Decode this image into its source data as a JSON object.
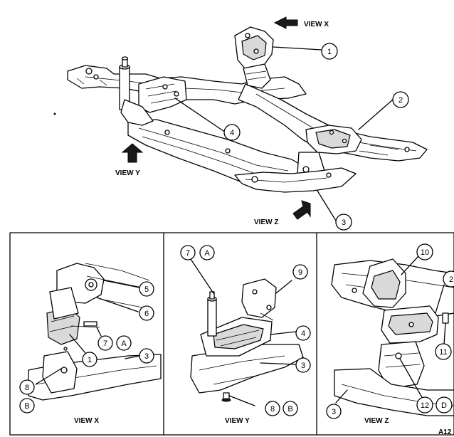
{
  "colors": {
    "ink": "#000000",
    "paper": "#ffffff",
    "shade": "#d9d9d9"
  },
  "main": {
    "view_x_label": "VIEW X",
    "view_y_label": "VIEW Y",
    "view_z_label": "VIEW Z",
    "callouts": {
      "c1": "1",
      "c2": "2",
      "c3": "3",
      "c4": "4"
    }
  },
  "panel_x": {
    "caption": "VIEW X",
    "callouts": {
      "c5": "5",
      "c6": "6",
      "c1": "1",
      "c7": "7",
      "cA": "A",
      "c3": "3",
      "c8": "8",
      "cB": "B"
    }
  },
  "panel_y": {
    "caption": "VIEW Y",
    "callouts": {
      "c7": "7",
      "cA": "A",
      "c9": "9",
      "c4": "4",
      "c3": "3",
      "c8": "8",
      "cB": "B"
    }
  },
  "panel_z": {
    "caption": "VIEW Z",
    "callouts": {
      "c10": "10",
      "c2": "2",
      "c11": "11",
      "c3": "3",
      "c12": "12",
      "cD": "D"
    }
  },
  "figure_code": "A12"
}
